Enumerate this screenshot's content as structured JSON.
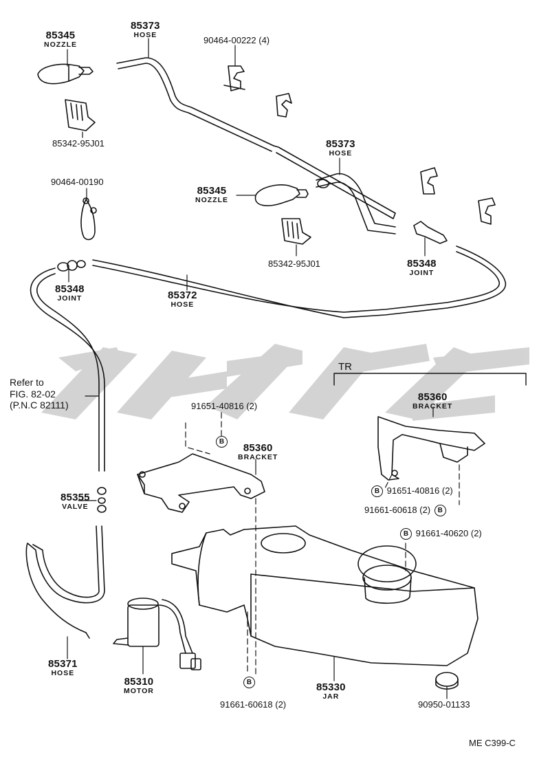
{
  "watermark": {
    "text": "ｼｶﾞﾆ",
    "color": "#cfcfcf"
  },
  "labels": {
    "nozzle_top": {
      "pn": "85345",
      "name": "NOZZLE"
    },
    "hose_top": {
      "pn": "85373",
      "name": "HOSE"
    },
    "clip_top": {
      "pn": "90464-00222 (4)"
    },
    "nozzle_mount_top": {
      "pn": "85342-95J01"
    },
    "hose_mid": {
      "pn": "85373",
      "name": "HOSE"
    },
    "clip_left": {
      "pn": "90464-00190"
    },
    "nozzle_mid": {
      "pn": "85345",
      "name": "NOZZLE"
    },
    "nozzle_mount_mid": {
      "pn": "85342-95J01"
    },
    "joint_right": {
      "pn": "85348",
      "name": "JOINT"
    },
    "joint_left": {
      "pn": "85348",
      "name": "JOINT"
    },
    "hose_long": {
      "pn": "85372",
      "name": "HOSE"
    },
    "tr": {
      "text": "TR"
    },
    "bracket_tr": {
      "pn": "85360",
      "name": "BRACKET"
    },
    "bolt_top": {
      "pn": "91651-40816 (2)"
    },
    "bracket_main": {
      "pn": "85360",
      "name": "BRACKET"
    },
    "valve": {
      "pn": "85355",
      "name": "VALVE"
    },
    "bolt_tr_1": {
      "pn": "91651-40816 (2)"
    },
    "bolt_tr_2": {
      "pn": "91661-60618 (2)"
    },
    "bolt_jar": {
      "pn": "91661-40620 (2)"
    },
    "hose_low": {
      "pn": "85371",
      "name": "HOSE"
    },
    "motor": {
      "pn": "85310",
      "name": "MOTOR"
    },
    "bolt_bottom": {
      "pn": "91661-60618 (2)"
    },
    "jar": {
      "pn": "85330",
      "name": "JAR"
    },
    "grommet": {
      "pn": "90950-01133"
    }
  },
  "refer_note": {
    "line1": "Refer to",
    "line2": "FIG. 82-02",
    "line3": "(P.N.C 82111)"
  },
  "bolt_marker": "B",
  "figure_ref": "ME  C399-C"
}
